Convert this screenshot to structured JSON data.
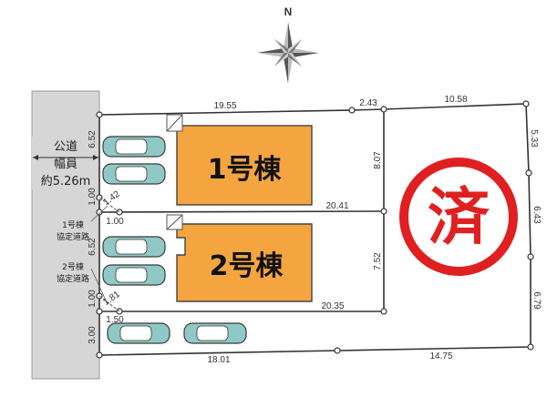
{
  "compass": {
    "label": "N"
  },
  "road": {
    "line1": "公道",
    "line2": "幅員",
    "line3": "約5.26m"
  },
  "buildings": [
    {
      "label": "1号棟"
    },
    {
      "label": "2号棟"
    }
  ],
  "shared_roads": [
    {
      "line1": "1号棟",
      "line2": "協定道路"
    },
    {
      "line1": "2号棟",
      "line2": "協定道路"
    }
  ],
  "sold_stamp": {
    "text": "済",
    "color": "#e02020"
  },
  "dimensions": {
    "top_left": "19.55",
    "top_mid": "2.43",
    "top_right": "10.58",
    "right_upper": "5.33",
    "right_mid": "6.43",
    "right_lower": "6.79",
    "mid_vertical_upper": "8.07",
    "mid_vertical_lower": "7.52",
    "lot1_bottom": "20.41",
    "lot2_bottom": "20.35",
    "bottom_left": "18.01",
    "bottom_right": "14.75",
    "left_lot1": "6.52",
    "left_lot2": "6.52",
    "left_gap1": "1.00",
    "left_gap2": "1.00",
    "left_bottom": "3.00",
    "diag1": "1.42",
    "diag2": "1.81",
    "inner1": "1.00",
    "inner2": "1.50"
  },
  "colors": {
    "building": "#f4a540",
    "road": "#d4d4d4",
    "car": "#8fc8c4"
  }
}
